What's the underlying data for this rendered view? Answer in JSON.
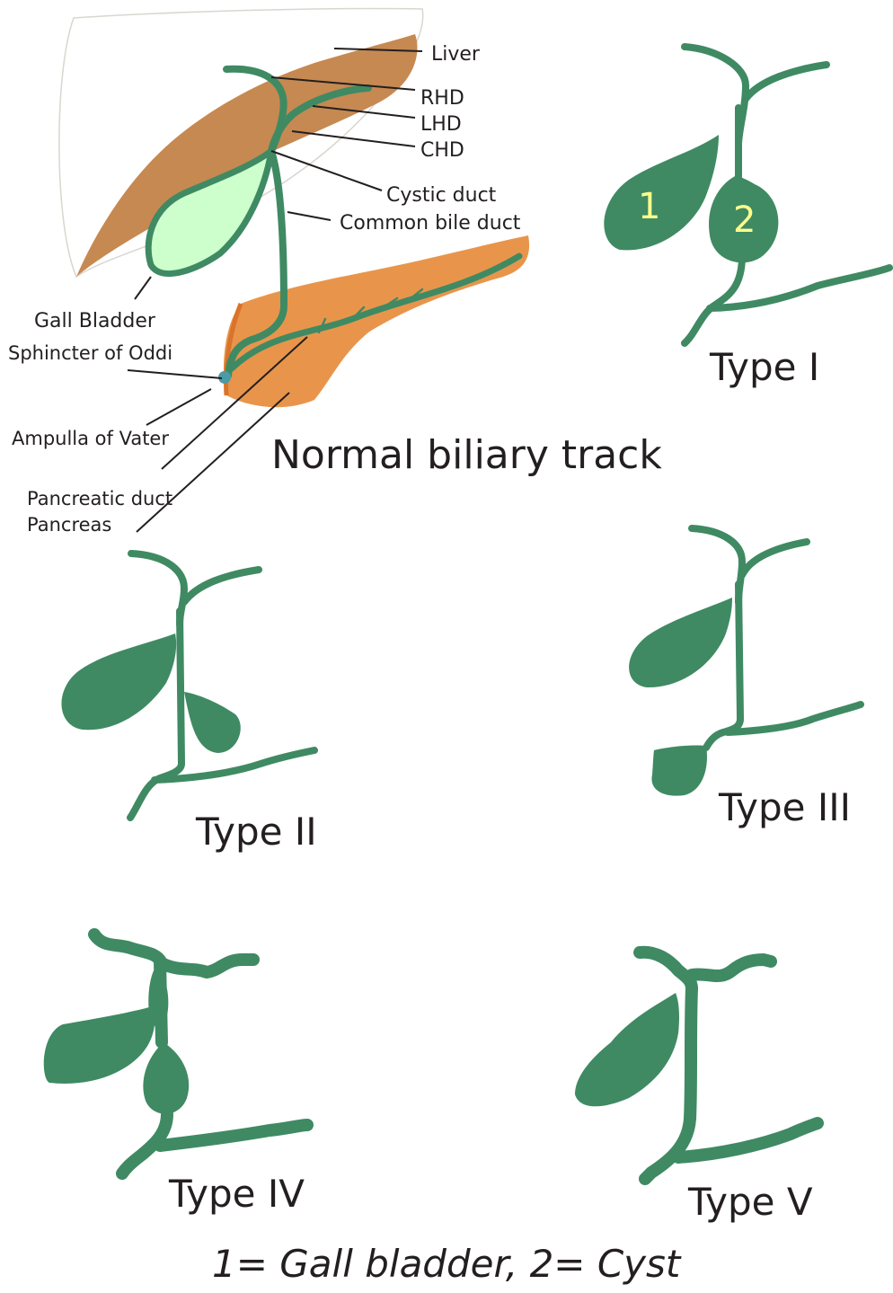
{
  "normal": {
    "title": "Normal biliary track",
    "labels": {
      "liver": "Liver",
      "rhd": "RHD",
      "lhd": "LHD",
      "chd": "CHD",
      "cystic_duct": "Cystic duct",
      "cbd": "Common bile duct",
      "gall_bladder": "Gall Bladder",
      "sphincter": "Sphincter of Oddi",
      "ampulla": "Ampulla of Vater",
      "pancreatic_duct": "Pancreatic duct",
      "pancreas": "Pancreas"
    }
  },
  "types": {
    "t1": "Type I",
    "t2": "Type II",
    "t3": "Type III",
    "t4": "Type IV",
    "t5": "Type V"
  },
  "markers": {
    "gallbladder": "1",
    "cyst": "2"
  },
  "legend": "1= Gall bladder, 2= Cyst",
  "colors": {
    "duct": "#3f8a63",
    "duct_dark": "#348a57",
    "liver": "#c68951",
    "pancreas": "#e8954b",
    "gallbladder_fill": "#ccffcc",
    "marker_text": "#ffff8c",
    "label_text": "#231f20"
  }
}
